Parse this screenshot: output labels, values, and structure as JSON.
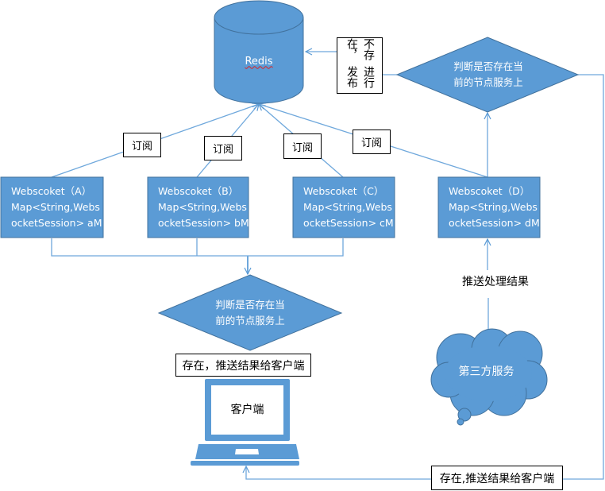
{
  "redis": {
    "label": "Redis"
  },
  "publish_note": {
    "col1": "不存在，",
    "col2": "进行发布"
  },
  "decision_top": {
    "line1": "判断是否存在当",
    "line2": "前的节点服务上"
  },
  "decision_bottom": {
    "line1": "判断是否存在当",
    "line2": "前的节点服务上"
  },
  "subscribe_labels": [
    "订阅",
    "订阅",
    "订阅",
    "订阅"
  ],
  "websockets": [
    {
      "title": "Webscoket（A）",
      "line2": "Map<String,Webs",
      "line3": "ocketSession> aM"
    },
    {
      "title": "Webscoket（B）",
      "line2": "Map<String,Webs",
      "line3": "ocketSession> bM"
    },
    {
      "title": "Webscoket（C）",
      "line2": "Map<String,Webs",
      "line3": "ocketSession> cM"
    },
    {
      "title": "Webscoket（D）",
      "line2": "Map<String,Webs",
      "line3": "ocketSession> dM"
    }
  ],
  "exists_push": "存在，推送结果给客户端",
  "client": "客户端",
  "push_result": "推送处理结果",
  "third_party": "第三方服务",
  "exists_push_bottom": "存在,推送结果给客户端",
  "colors": {
    "shape_fill": "#5b9bd5",
    "shape_stroke": "#41719c",
    "line": "#6fa8dc"
  }
}
